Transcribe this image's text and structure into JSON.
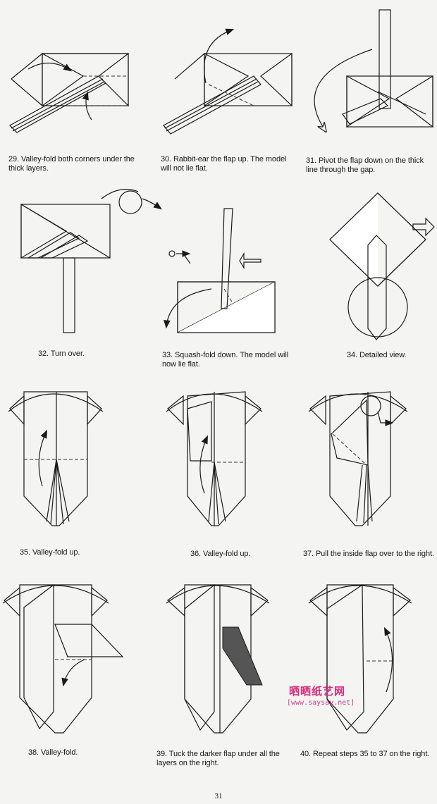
{
  "steps": [
    {
      "number": "29",
      "caption_line1": "29. Valley-fold both corners under the",
      "caption_line2": "thick layers."
    },
    {
      "number": "30",
      "caption_line1": "30. Rabbit-ear the flap up. The model",
      "caption_line2": "will not lie flat."
    },
    {
      "number": "31",
      "caption_line1": "31. Pivot the flap down on the thick",
      "caption_line2": "line through the gap."
    },
    {
      "number": "32",
      "caption_line1": "32. Turn over.",
      "caption_line2": ""
    },
    {
      "number": "33",
      "caption_line1": "33. Squash-fold down. The model will",
      "caption_line2": "now lie flat."
    },
    {
      "number": "34",
      "caption_line1": "34. Detailed view.",
      "caption_line2": ""
    },
    {
      "number": "35",
      "caption_line1": "35. Valley-fold up.",
      "caption_line2": ""
    },
    {
      "number": "36",
      "caption_line1": "36. Valley-fold up.",
      "caption_line2": ""
    },
    {
      "number": "37",
      "caption_line1": "37. Pull the inside flap over to the right.",
      "caption_line2": ""
    },
    {
      "number": "38",
      "caption_line1": "38. Valley-fold.",
      "caption_line2": ""
    },
    {
      "number": "39",
      "caption_line1": "39. Tuck the darker flap under all the",
      "caption_line2": "layers on the right."
    },
    {
      "number": "40",
      "caption_line1": "40. Repeat steps 35 to 37 on the right.",
      "caption_line2": ""
    }
  ],
  "page_number": "31",
  "watermark": {
    "title": "晒晒纸艺网",
    "url": "[www.saysay.net]"
  },
  "colors": {
    "paper_gray": "#c9c9c9",
    "paper_white": "#ffffff",
    "ink": "#1a1a1a",
    "watermark": "#e0287a"
  }
}
